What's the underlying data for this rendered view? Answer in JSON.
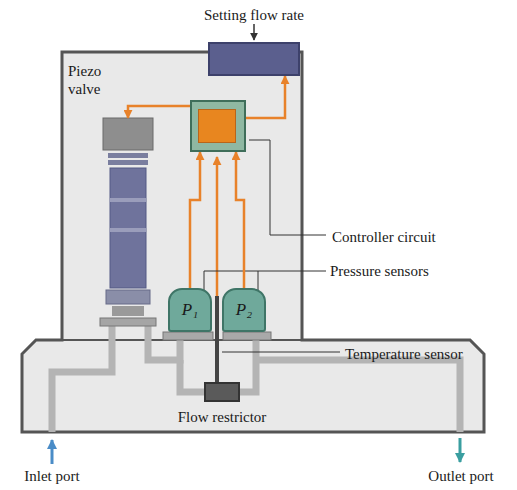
{
  "diagram": {
    "nodes": [
      {
        "text": [
          "Setting flow rate"
        ]
      },
      {
        "text": [
          "Piezo valve"
        ]
      },
      {
        "text": [
          "Controller circuit"
        ]
      },
      {
        "text": [
          "P₁"
        ]
      },
      {
        "text": [
          "P₂"
        ]
      },
      {
        "text": [
          "Flow restrictor"
        ]
      }
    ],
    "edges": [
      {
        "from": 2,
        "to": 0,
        "arrow": "to"
      },
      {
        "from": 2,
        "to": 1,
        "arrow": "to"
      },
      {
        "from": 3,
        "to": 2,
        "arrow": "to"
      },
      {
        "from": 4,
        "to": 2,
        "arrow": "to"
      }
    ],
    "labels": [
      "Pressure sensors",
      "Temperature sensor",
      "Inlet port",
      "Outlet port"
    ]
  }
}
